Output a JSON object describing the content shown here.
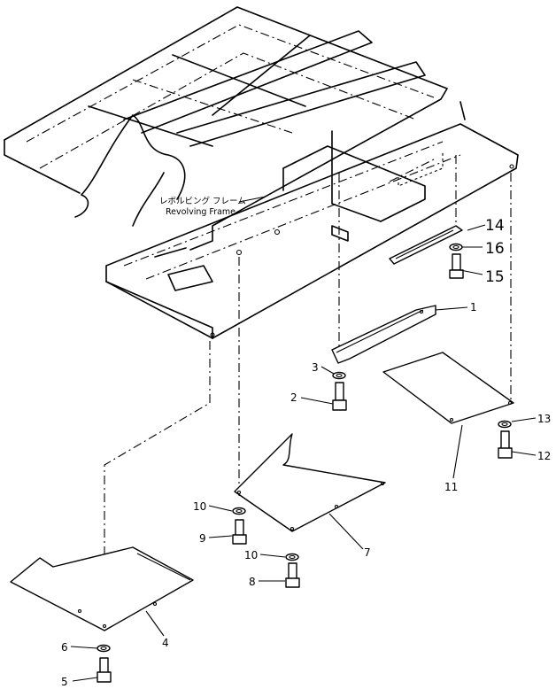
{
  "frame_label": {
    "jp": "レボルビング フレーム",
    "en": "Revolving Frame"
  },
  "callouts": {
    "p1": "1",
    "p2": "2",
    "p3": "3",
    "p4": "4",
    "p5": "5",
    "p6": "6",
    "p7": "7",
    "p8": "8",
    "p9": "9",
    "p10a": "10",
    "p10b": "10",
    "p11": "11",
    "p12": "12",
    "p13": "13",
    "p14": "14",
    "p15": "15",
    "p16": "16"
  }
}
